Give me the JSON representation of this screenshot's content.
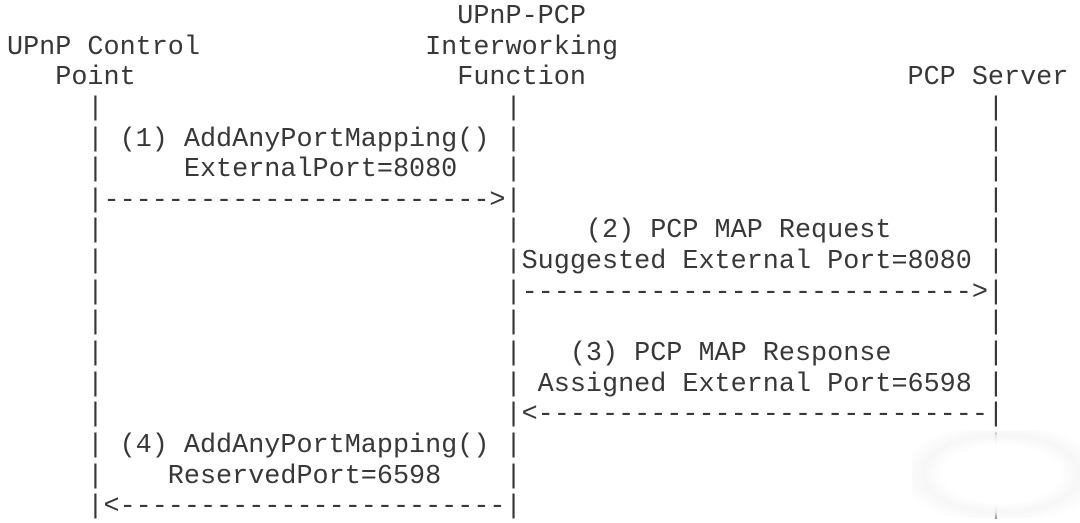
{
  "colors": {
    "background": "#ffffff",
    "text": "#383838"
  },
  "sequence": {
    "actors": [
      {
        "name": "UPnP Control Point",
        "header_lines": [
          "UPnP Control",
          "Point"
        ]
      },
      {
        "name": "UPnP-PCP Interworking Function",
        "header_lines": [
          "UPnP-PCP",
          "Interworking",
          "Function"
        ]
      },
      {
        "name": "PCP Server",
        "header_lines": [
          "PCP Server"
        ]
      }
    ],
    "messages": [
      {
        "step": "(1)",
        "from": "UPnP Control Point",
        "to": "UPnP-PCP Interworking Function",
        "label": "AddAnyPortMapping()",
        "detail": "ExternalPort=8080",
        "direction": "right"
      },
      {
        "step": "(2)",
        "from": "UPnP-PCP Interworking Function",
        "to": "PCP Server",
        "label": "PCP MAP Request",
        "detail": "Suggested External Port=8080",
        "direction": "right"
      },
      {
        "step": "(3)",
        "from": "PCP Server",
        "to": "UPnP-PCP Interworking Function",
        "label": "PCP MAP Response",
        "detail": "Assigned External Port=6598",
        "direction": "left"
      },
      {
        "step": "(4)",
        "from": "UPnP-PCP Interworking Function",
        "to": "UPnP Control Point",
        "label": "AddAnyPortMapping()",
        "detail": "ReservedPort=6598",
        "direction": "left"
      }
    ]
  },
  "diagram": {
    "ascii_lines": {
      "0": "                            UPnP-PCP",
      "1": "UPnP Control              Interworking",
      "2": "   Point                    Function                    PCP Server",
      "3": "     |                         |                             |",
      "4": "     | (1) AddAnyPortMapping() |                             |",
      "5": "     |     ExternalPort=8080   |                             |",
      "6": "     |------------------------>|                             |",
      "7": "     |                         |    (2) PCP MAP Request      |",
      "8": "     |                         |Suggested External Port=8080 |",
      "9": "     |                         |---------------------------->|",
      "10": "     |                         |                             |",
      "11": "     |                         |   (3) PCP MAP Response      |",
      "12": "     |                         | Assigned External Port=6598 |",
      "13": "     |                         |<----------------------------|",
      "14": "     | (4) AddAnyPortMapping() |                             |",
      "15": "     |    ReservedPort=6598    |                             |",
      "16": "     |<------------------------|                             |"
    }
  }
}
